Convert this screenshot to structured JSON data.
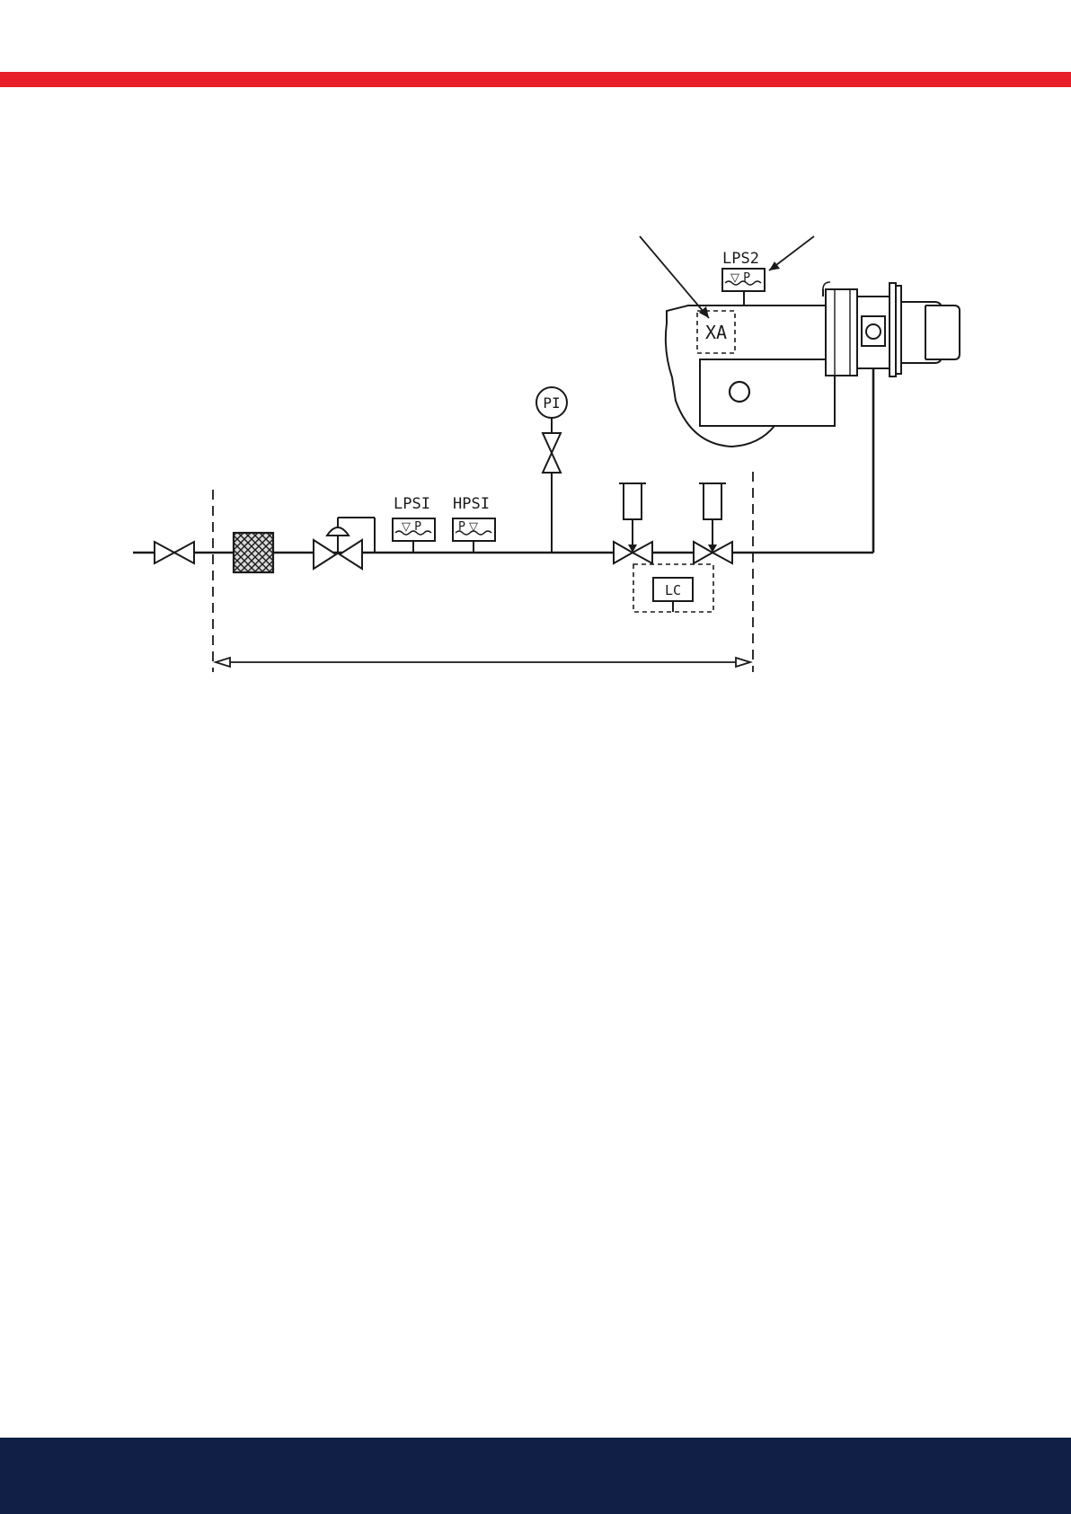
{
  "colors": {
    "header_band": "#e8202a",
    "footer_band": "#111f47",
    "line": "#1a1a1a"
  },
  "labels": {
    "lps2": "LPS2",
    "lps2_sym": "▽ P",
    "xa": "XA",
    "pi": "PI",
    "lps1": "LPSI",
    "lps1_sym": "▽ P",
    "hps1": "HPSI",
    "hps1_sym": "P ▽",
    "lc": "LC"
  }
}
